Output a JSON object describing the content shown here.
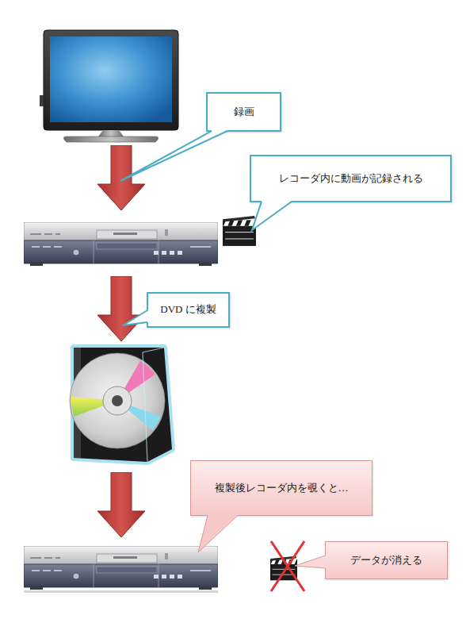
{
  "diagram": {
    "nodes": [
      {
        "text": [
          "録画"
        ]
      },
      {
        "text": [
          "レコーダ内に動画が記録される"
        ]
      },
      {
        "text": [
          "DVD に複製"
        ]
      },
      {
        "text": [
          "複製後レコーダ内を覗くと…"
        ]
      },
      {
        "text": [
          "データが消える"
        ]
      }
    ]
  }
}
